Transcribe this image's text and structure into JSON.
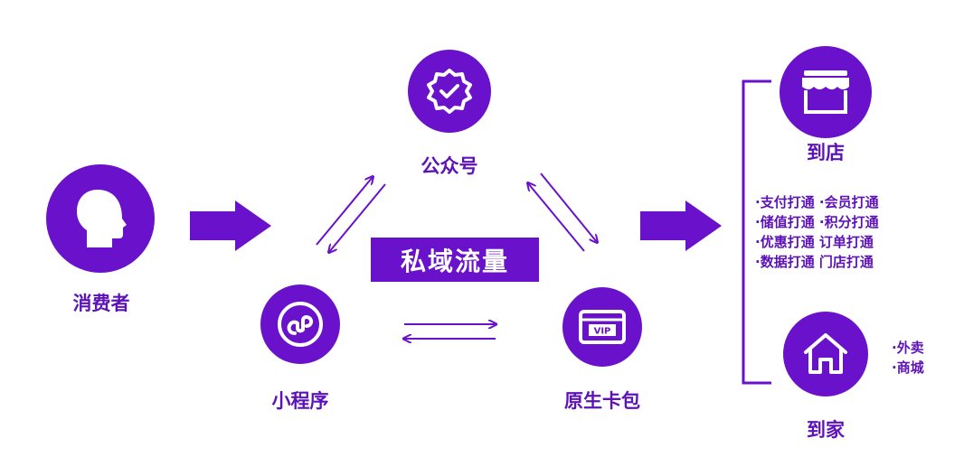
{
  "nodes": {
    "consumer": "消费者",
    "official_account": "公众号",
    "mini_program": "小程序",
    "card_wallet": "原生卡包",
    "to_store": "到店",
    "to_home": "到家"
  },
  "center_banner": "私域流量",
  "store_features": [
    "·支付打通 ·会员打通",
    "·储值打通 ·积分打通",
    "·优惠打通   订单打通",
    "·数据打通   门店打通"
  ],
  "home_features": [
    "·外卖",
    "·商城"
  ],
  "colors": {
    "primary": "#6a11cb",
    "text": "#5d12b8"
  }
}
